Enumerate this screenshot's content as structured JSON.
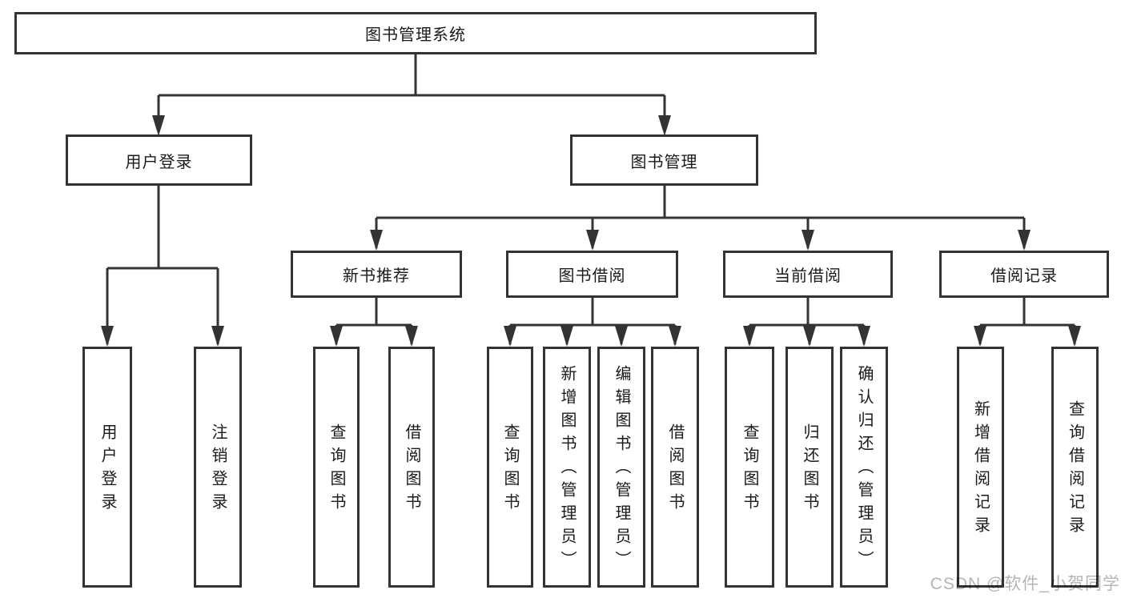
{
  "diagram": {
    "title": "图书管理系统",
    "branches": [
      {
        "label": "用户登录",
        "children": [
          {
            "label": "用户登录"
          },
          {
            "label": "注销登录"
          }
        ]
      },
      {
        "label": "图书管理",
        "children": [
          {
            "label": "新书推荐",
            "children": [
              {
                "label": "查询图书"
              },
              {
                "label": "借阅图书"
              }
            ]
          },
          {
            "label": "图书借阅",
            "children": [
              {
                "label": "查询图书"
              },
              {
                "label": "新增图书（管理员）"
              },
              {
                "label": "编辑图书（管理员）"
              },
              {
                "label": "借阅图书"
              }
            ]
          },
          {
            "label": "当前借阅",
            "children": [
              {
                "label": "查询图书"
              },
              {
                "label": "归还图书"
              },
              {
                "label": "确认归还（管理员）"
              }
            ]
          },
          {
            "label": "借阅记录",
            "children": [
              {
                "label": "新增借阅记录"
              },
              {
                "label": "查询借阅记录"
              }
            ]
          }
        ]
      }
    ]
  },
  "watermark": {
    "text": "CSDN @软件_小贺同学"
  },
  "colors": {
    "line": "#333333",
    "text": "#1a1a1a",
    "background": "#ffffff",
    "watermark": "#b5b5b5"
  }
}
